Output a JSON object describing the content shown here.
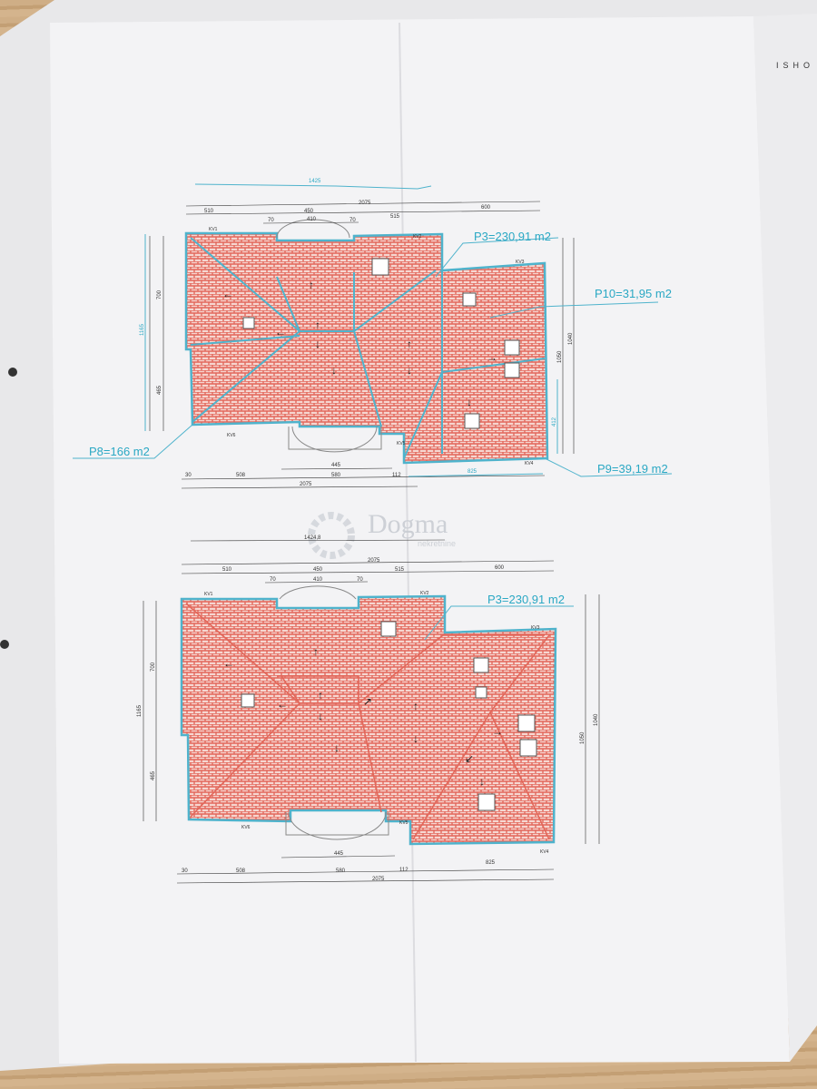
{
  "header": {
    "title_fragment": "ISHO"
  },
  "watermark": {
    "brand": "Dogma",
    "sub": "nekretnine"
  },
  "colors": {
    "roof": "#e2675a",
    "outline": "#4fb3cc",
    "paper": "#f3f3f5",
    "wood": "#c9a77e"
  },
  "plan_top": {
    "areas": {
      "p3": "P3=230,91 m2",
      "p10": "P10=31,95 m2",
      "p8": "P8=166 m2",
      "p9": "P9=39,19 m2"
    },
    "dims": {
      "overall_top": "1425",
      "total": "2075",
      "d510": "510",
      "d450": "450",
      "d515": "515",
      "d600": "600",
      "d70a": "70",
      "d410": "410",
      "d70b": "70",
      "h1165": "1165",
      "h700": "700",
      "h465": "465",
      "h1040": "1040",
      "h1050": "1050",
      "h412": "412",
      "w825": "825",
      "b30": "30",
      "b508": "508",
      "b580": "580",
      "b112": "112",
      "b445": "445",
      "b2075": "2075"
    },
    "kv": [
      "KV1",
      "KV2",
      "KV3",
      "KV4",
      "KV5",
      "KV6"
    ]
  },
  "plan_bottom": {
    "areas": {
      "p3": "P3=230,91 m2"
    },
    "dims": {
      "overall_top": "1424,8",
      "total": "2075",
      "d510": "510",
      "d450": "450",
      "d515": "515",
      "d600": "600",
      "d70a": "70",
      "d410": "410",
      "d70b": "70",
      "h1165": "1165",
      "h700": "700",
      "h465": "465",
      "h1040": "1040",
      "h1050": "1050",
      "w825": "825",
      "b30": "30",
      "b508": "508",
      "b580": "580",
      "b112": "112",
      "b445": "445",
      "b2075": "2075"
    },
    "kv": [
      "KV1",
      "KV2",
      "KV3",
      "KV4",
      "KV5",
      "KV6"
    ]
  }
}
